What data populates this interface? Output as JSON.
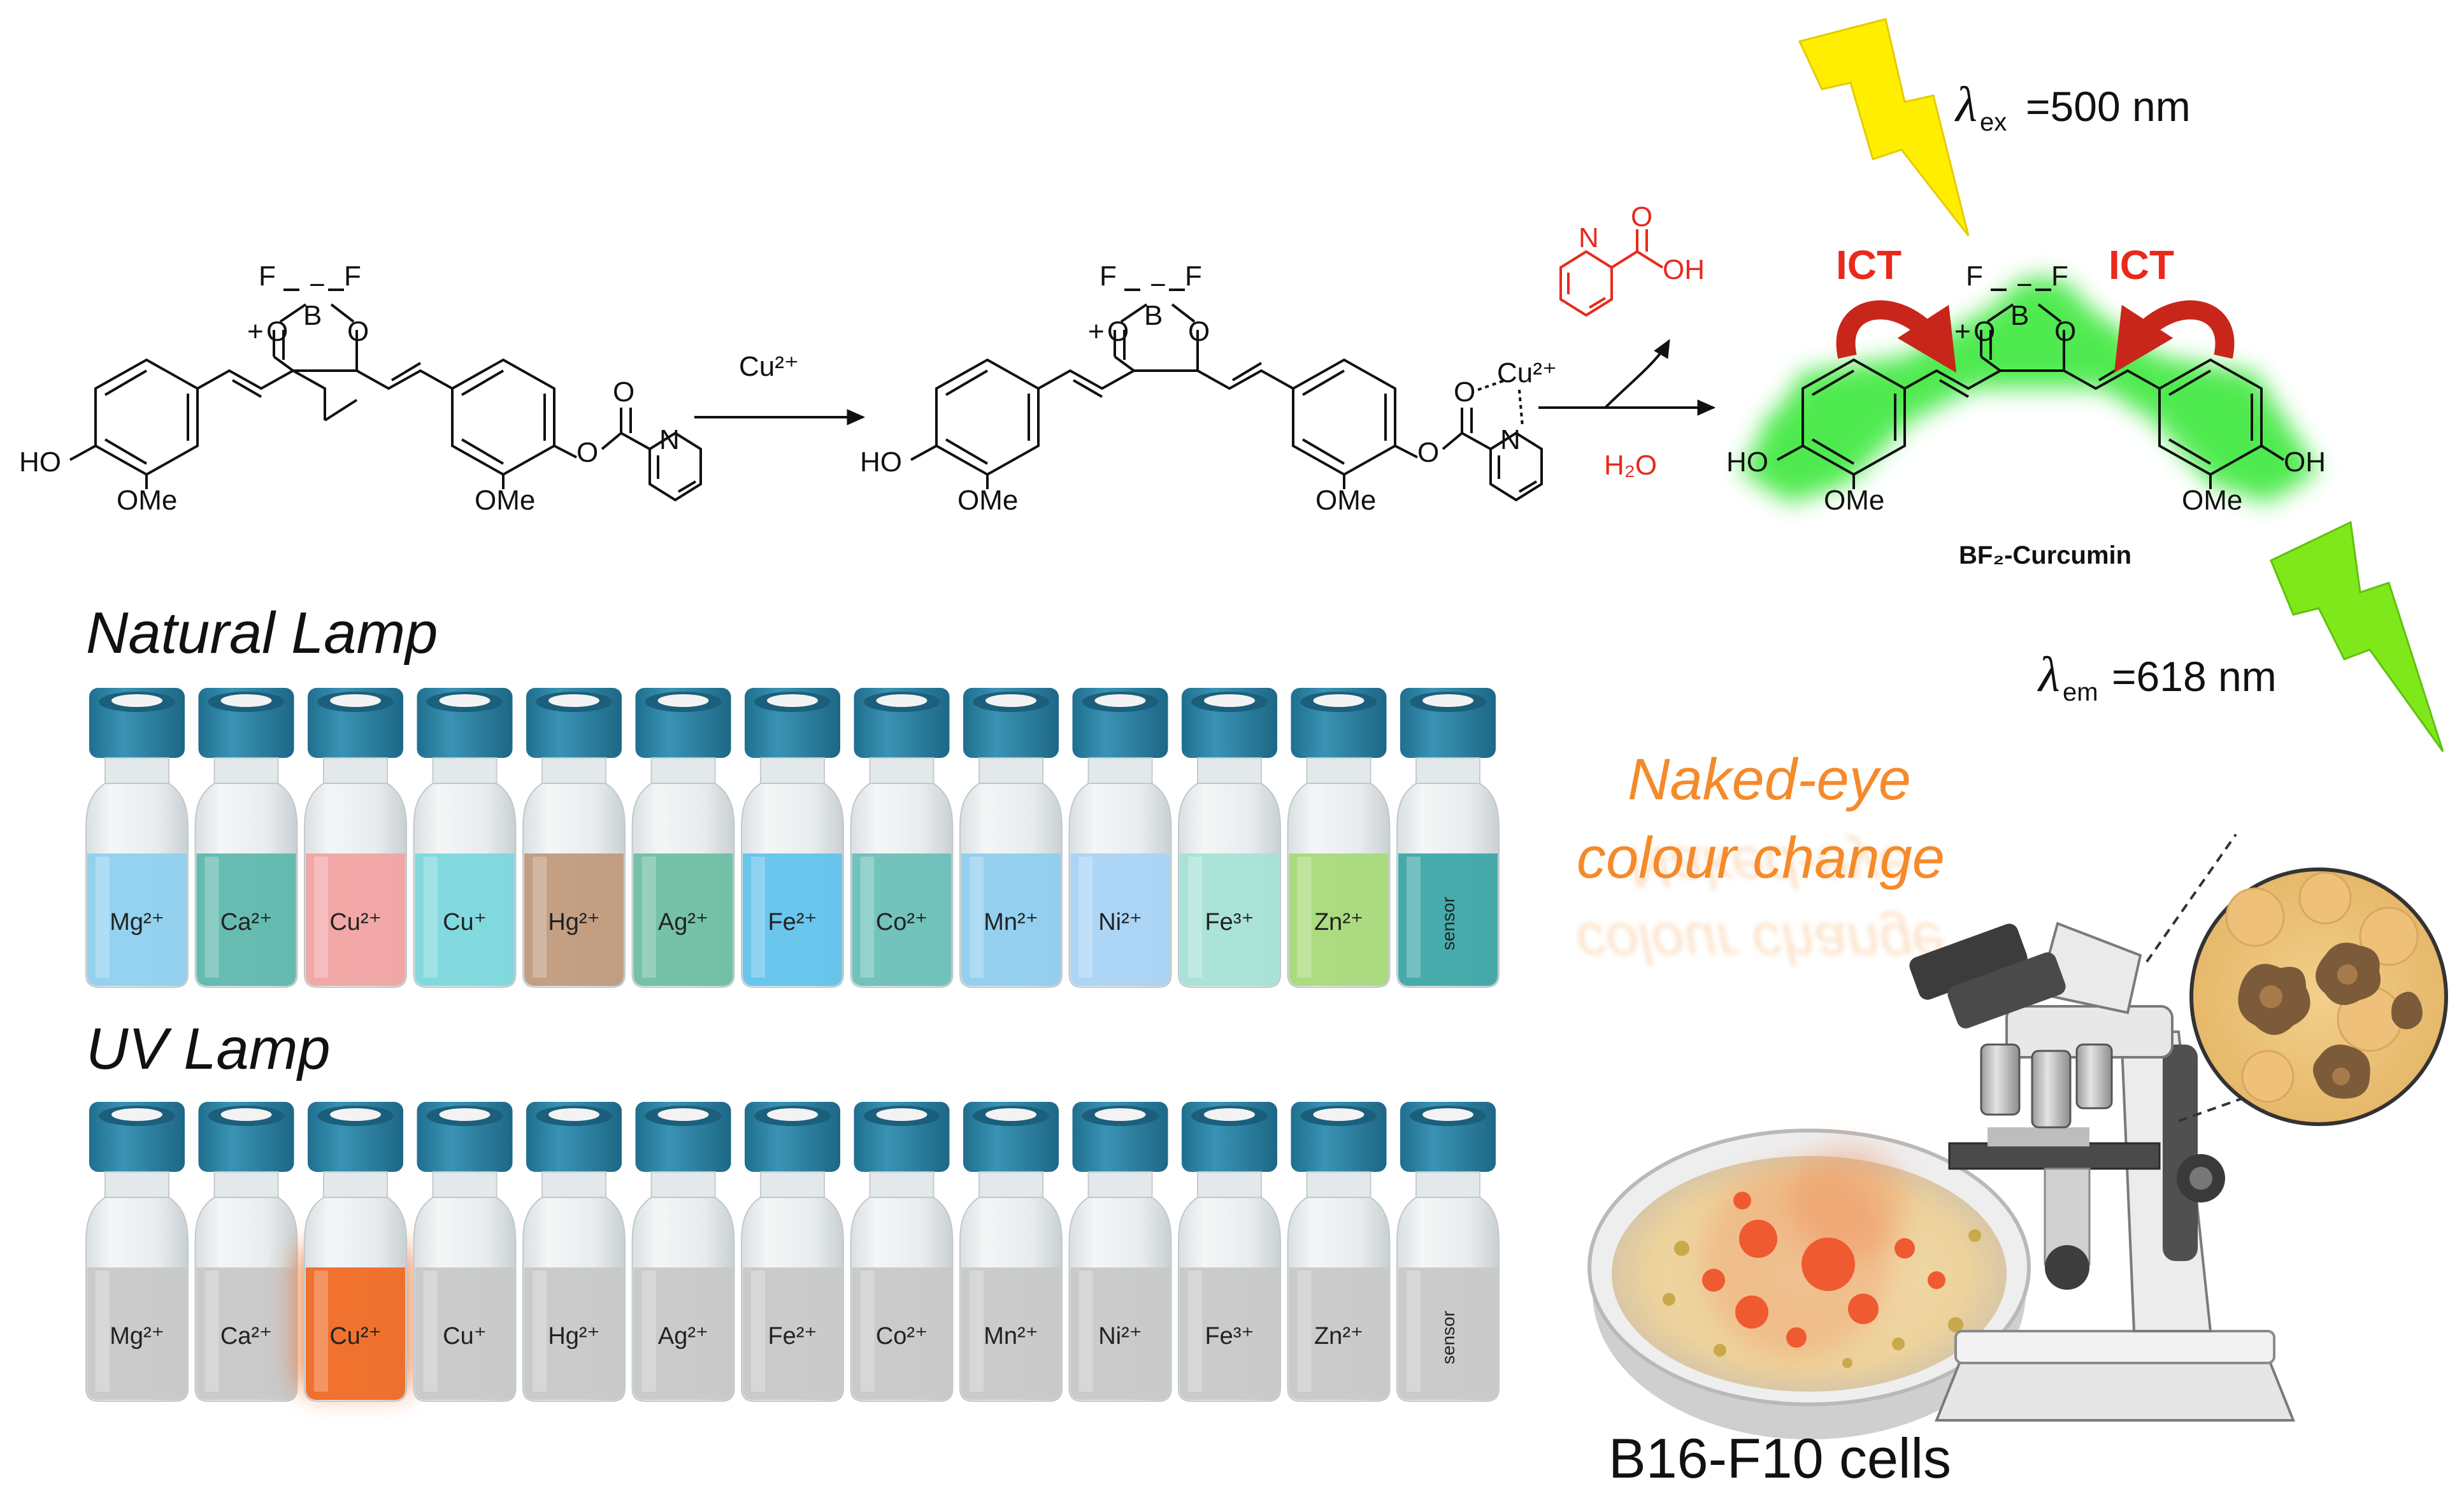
{
  "reaction": {
    "reagent_top": "Cu²⁺",
    "water": "H₂O",
    "ict_left": "ICT",
    "ict_right": "ICT",
    "product_name": "BF₂-Curcumin",
    "atoms": {
      "F": "F",
      "B": "B",
      "O": "O",
      "N": "N",
      "HO": "HO",
      "OH": "OH",
      "OMe": "OMe",
      "minus": "−",
      "plus": "+",
      "cu_complex": "Cu²⁺"
    }
  },
  "excitation": {
    "label": "λ",
    "sub": "ex",
    "value": "=500 nm"
  },
  "emission": {
    "label": "λ",
    "sub": "em",
    "value": "=618 nm"
  },
  "panels": {
    "natural_title": "Natural Lamp",
    "uv_title": "UV Lamp"
  },
  "vials": {
    "labels": [
      "Mg²⁺",
      "Ca²⁺",
      "Cu²⁺",
      "Cu⁺",
      "Hg²⁺",
      "Ag²⁺",
      "Fe²⁺",
      "Co²⁺",
      "Mn²⁺",
      "Ni²⁺",
      "Fe³⁺",
      "Zn²⁺",
      "sensor"
    ],
    "natural_colors": [
      "#8fd0ee",
      "#5fb8ad",
      "#f2a3a3",
      "#7bd8dc",
      "#c09a7c",
      "#6ebfa3",
      "#62c3ec",
      "#6cc0b8",
      "#8fcdee",
      "#a9d3f4",
      "#a7e2d6",
      "#a8d97a",
      "#3ea7a6"
    ],
    "uv_colors": [
      "#c8c8c8",
      "#c8c8c8",
      "#f06a24",
      "#c8c8c8",
      "#c8c8c8",
      "#c8c8c8",
      "#c8c8c8",
      "#c8c8c8",
      "#c8c8c8",
      "#c8c8c8",
      "#c8c8c8",
      "#c8c8c8",
      "#c8c8c8"
    ],
    "cap_color": "#2f86a6"
  },
  "naked_eye": {
    "line1": "Naked-eye",
    "line2": "colour change",
    "color": "#f58a2a"
  },
  "cells_label": "B16-F10 cells",
  "colors": {
    "glow": "#3ce83c",
    "ict": "#d0281a",
    "reagent_red": "#e8291c",
    "bolt_yellow": "#ffee00",
    "bolt_green": "#7fe81a"
  }
}
